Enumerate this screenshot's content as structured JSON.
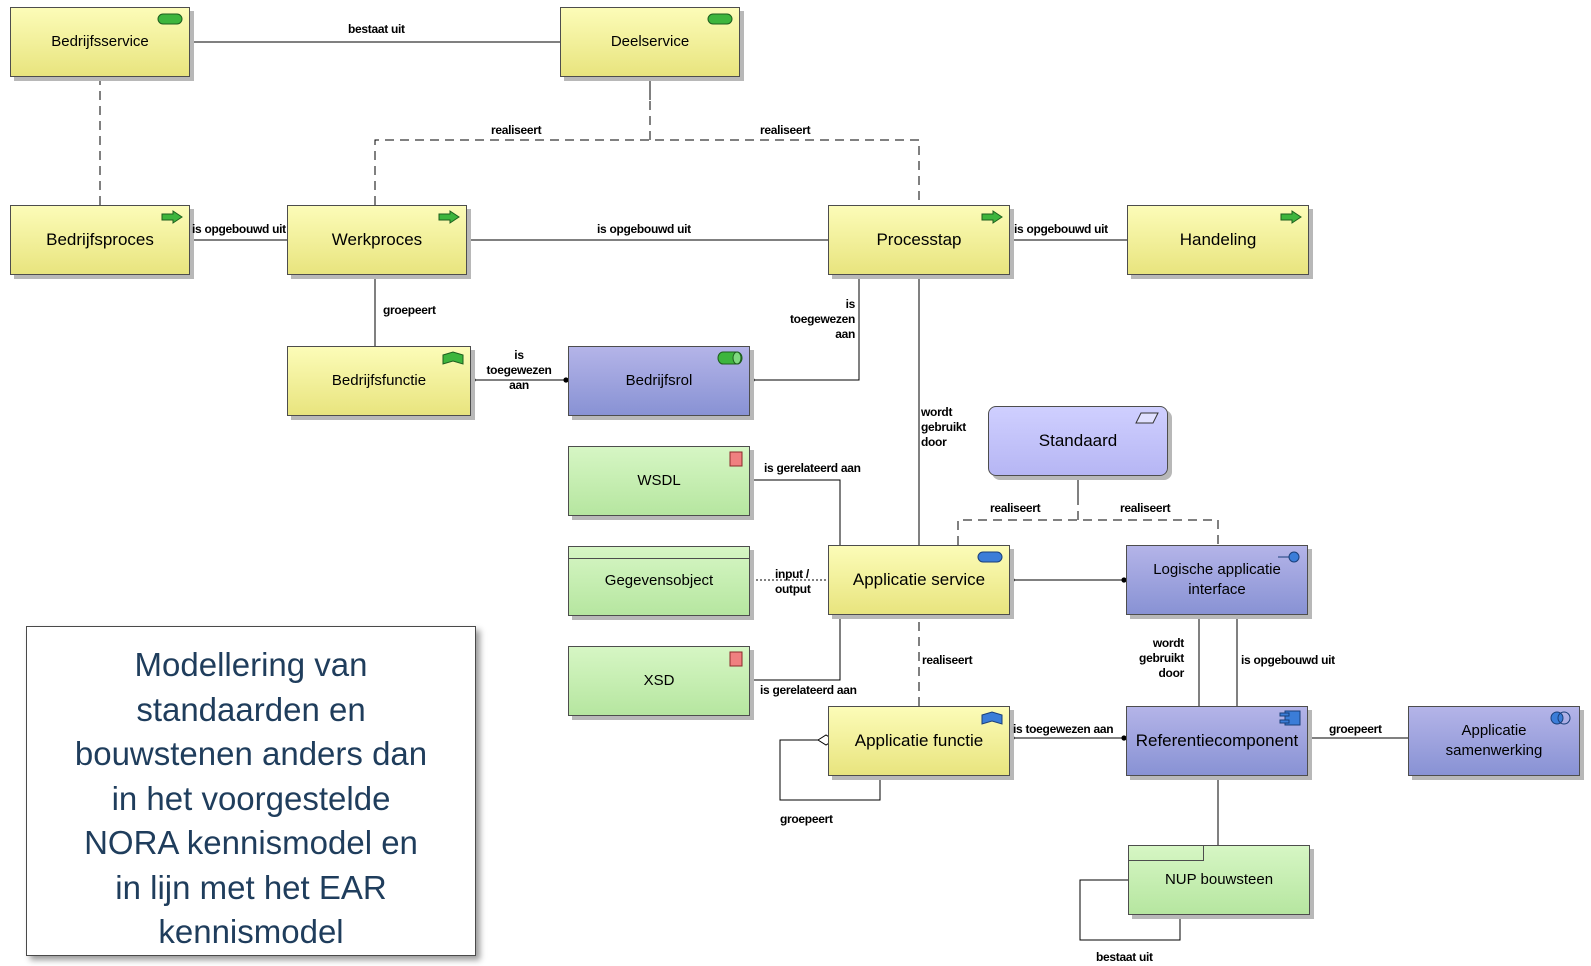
{
  "nodes": {
    "bedrijfsservice": "Bedrijfsservice",
    "deelservice": "Deelservice",
    "bedrijfsproces": "Bedrijfsproces",
    "werkproces": "Werkproces",
    "processtap": "Processtap",
    "handeling": "Handeling",
    "bedrijfsfunctie": "Bedrijfsfunctie",
    "bedrijfsrol": "Bedrijfsrol",
    "standaard": "Standaard",
    "wsdl": "WSDL",
    "gegevensobject": "Gegevensobject",
    "xsd": "XSD",
    "applicatie_service": "Applicatie service",
    "logische_applicatie_interface": "Logische applicatie interface",
    "applicatie_functie": "Applicatie functie",
    "referentiecomponent": "Referentiecomponent",
    "applicatie_samenwerking": "Applicatie samenwerking",
    "nup_bouwsteen": "NUP bouwsteen"
  },
  "edge_labels": {
    "bestaat_uit_top": "bestaat uit",
    "realiseert_left": "realiseert",
    "realiseert_right": "realiseert",
    "is_opgebouwd_uit_1": "is opgebouwd uit",
    "is_opgebouwd_uit_2": "is opgebouwd uit",
    "is_opgebouwd_uit_3": "is opgebouwd uit",
    "groepeert_bedrijfsfunctie": "groepeert",
    "is_toegewezen_aan_rol": "is toegewezen aan",
    "is_toegewezen_aan_stap": "is toegewezen aan",
    "wordt_gebruikt_door_1": "wordt gebruikt door",
    "realiseert_std_left": "realiseert",
    "realiseert_std_right": "realiseert",
    "is_gerelateerd_aan_wsdl": "is gerelateerd aan",
    "input_output": "input / output",
    "is_gerelateerd_aan_xsd": "is gerelateerd aan",
    "realiseert_appservice": "realiseert",
    "wordt_gebruikt_door_2": "wordt gebruikt door",
    "is_opgebouwd_uit_4": "is opgebouwd uit",
    "is_toegewezen_aan_ref": "is toegewezen aan",
    "groepeert_samenwerking": "groepeert",
    "groepeert_functie": "groepeert",
    "bestaat_uit_nup": "bestaat uit"
  },
  "note": {
    "lines": [
      "Modellering van",
      "standaarden en",
      "bouwstenen anders dan",
      "in het voorgestelde",
      "NORA kennismodel en",
      "in lijn met het EAR",
      "kennismodel"
    ]
  },
  "colors": {
    "business": "#f5f59a",
    "application": "#9aa4dc",
    "data": "#c8f0b4",
    "standard": "#c4c4fa",
    "note_text": "#1f3d5c",
    "line": "#000000"
  }
}
